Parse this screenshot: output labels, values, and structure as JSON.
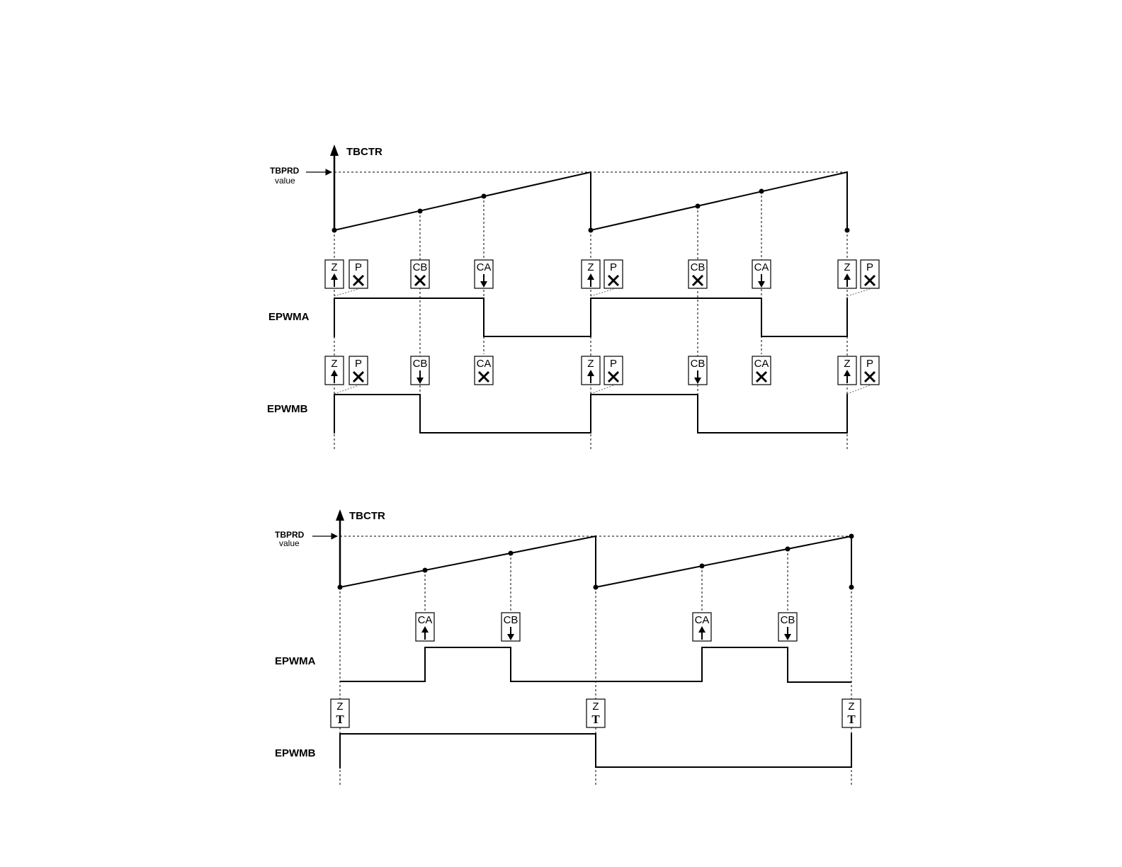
{
  "diagram_1": {
    "axis_label": "TBCTR",
    "period_label_line1": "TBPRD",
    "period_label_line2": "value",
    "epwma_label": "EPWMA",
    "epwmb_label": "EPWMB",
    "epwma_events": [
      {
        "event": "Z",
        "action": "up"
      },
      {
        "event": "P",
        "action": "none"
      },
      {
        "event": "CB",
        "action": "none"
      },
      {
        "event": "CA",
        "action": "down"
      },
      {
        "event": "Z",
        "action": "up"
      },
      {
        "event": "P",
        "action": "none"
      },
      {
        "event": "CB",
        "action": "none"
      },
      {
        "event": "CA",
        "action": "down"
      },
      {
        "event": "Z",
        "action": "up"
      },
      {
        "event": "P",
        "action": "none"
      }
    ],
    "epwmb_events": [
      {
        "event": "Z",
        "action": "up"
      },
      {
        "event": "P",
        "action": "none"
      },
      {
        "event": "CB",
        "action": "down"
      },
      {
        "event": "CA",
        "action": "none"
      },
      {
        "event": "Z",
        "action": "up"
      },
      {
        "event": "P",
        "action": "none"
      },
      {
        "event": "CB",
        "action": "down"
      },
      {
        "event": "CA",
        "action": "none"
      },
      {
        "event": "Z",
        "action": "up"
      },
      {
        "event": "P",
        "action": "none"
      }
    ]
  },
  "diagram_2": {
    "axis_label": "TBCTR",
    "period_label_line1": "TBPRD",
    "period_label_line2": "value",
    "epwma_label": "EPWMA",
    "epwmb_label": "EPWMB",
    "epwma_events": [
      {
        "event": "CA",
        "action": "up"
      },
      {
        "event": "CB",
        "action": "down"
      },
      {
        "event": "CA",
        "action": "up"
      },
      {
        "event": "CB",
        "action": "down"
      }
    ],
    "epwmb_events": [
      {
        "event": "Z",
        "action": "toggle",
        "glyph": "T"
      },
      {
        "event": "Z",
        "action": "toggle",
        "glyph": "T"
      },
      {
        "event": "Z",
        "action": "toggle",
        "glyph": "T"
      }
    ]
  }
}
